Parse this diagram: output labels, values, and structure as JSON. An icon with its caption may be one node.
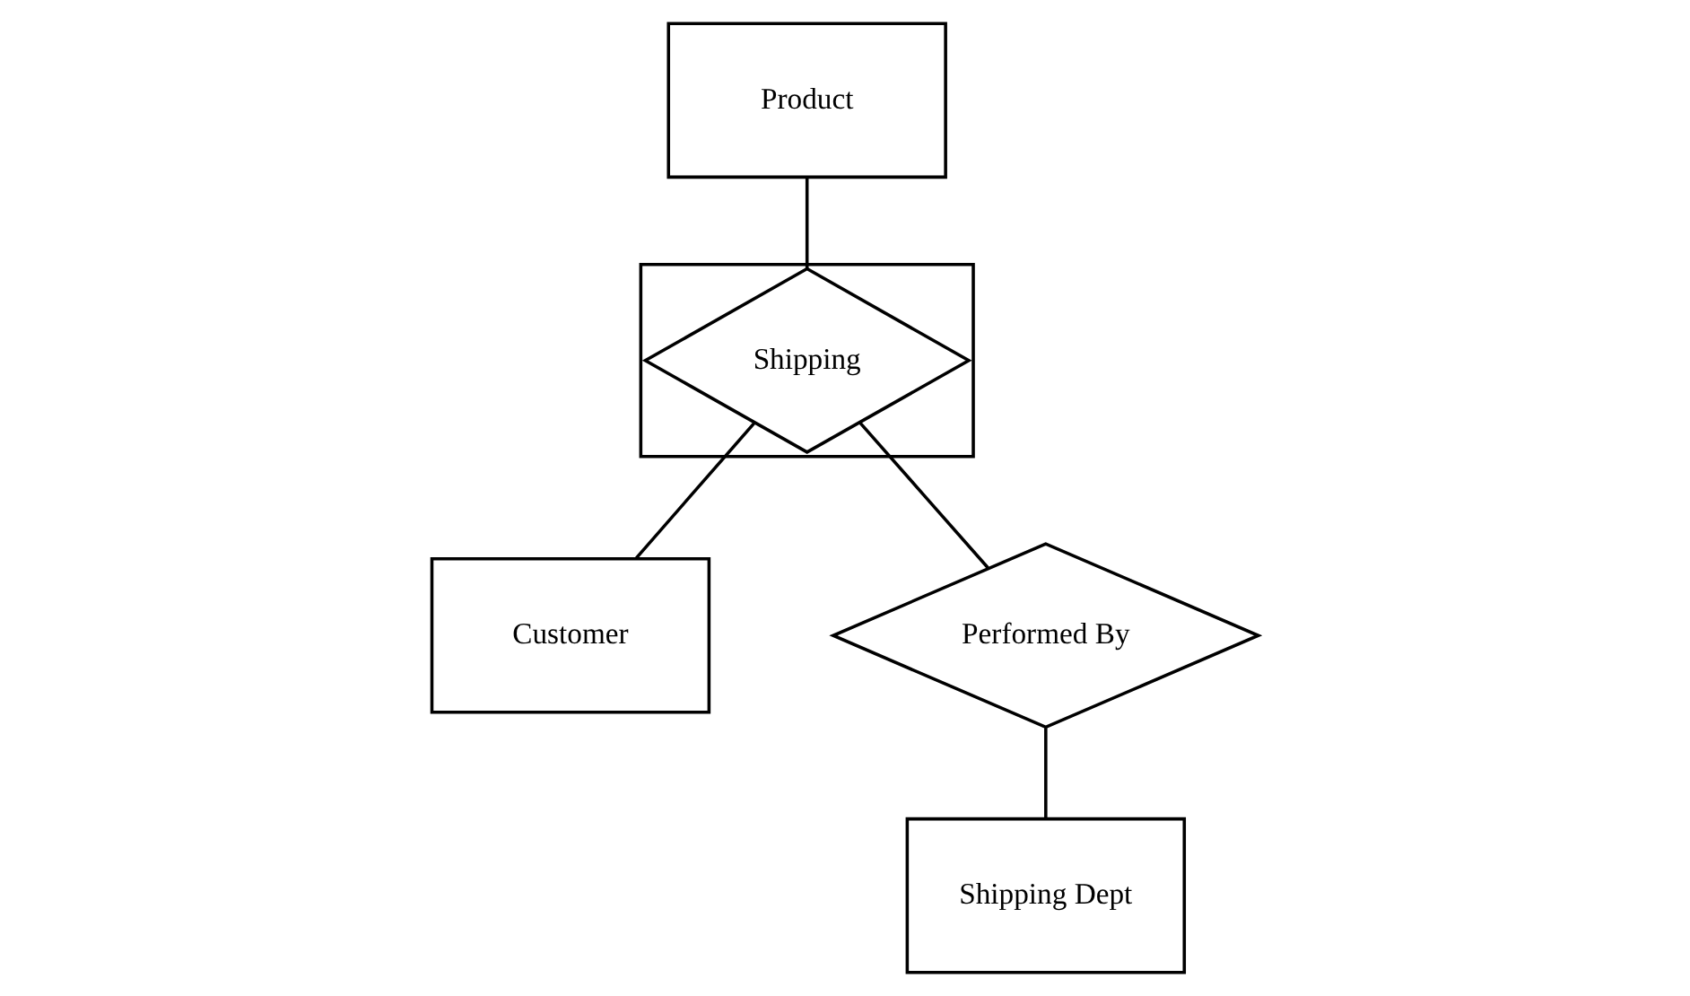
{
  "diagram": {
    "nodes": [
      {
        "text": [
          "Product"
        ]
      },
      {
        "text": [],
        "shape": "box"
      },
      {
        "text": [
          "Shipping"
        ],
        "in": 1
      },
      {
        "text": [
          "Customer"
        ]
      },
      {
        "text": [
          "Performed By"
        ]
      },
      {
        "text": [
          "Shipping Dept"
        ]
      }
    ],
    "edges": [
      {
        "from": 0,
        "to": 2,
        "arrow": "none"
      },
      {
        "from": 2,
        "to": 3,
        "arrow": "none"
      },
      {
        "from": 2,
        "to": 4,
        "arrow": "none"
      },
      {
        "from": 4,
        "to": 5,
        "arrow": "none"
      }
    ]
  }
}
